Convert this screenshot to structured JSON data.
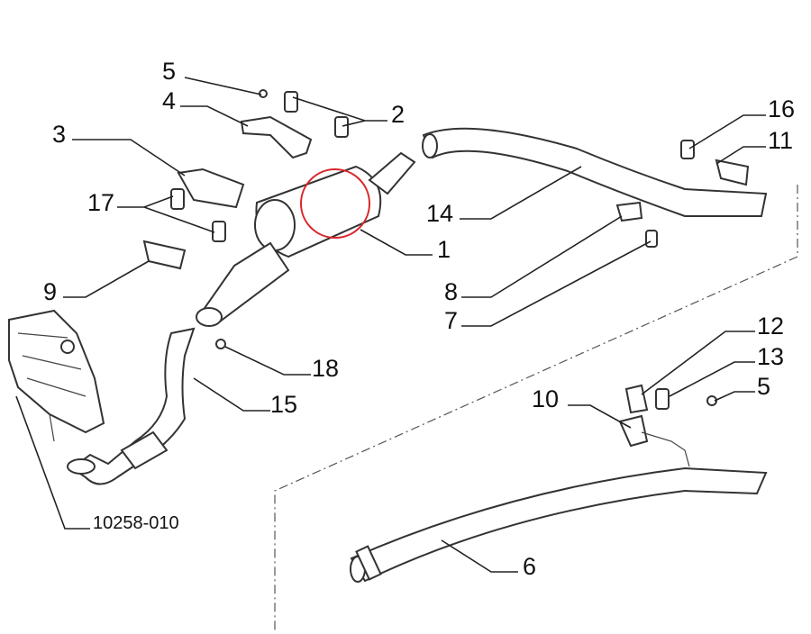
{
  "diagram": {
    "title_code": "10258-010",
    "labels": {
      "p1": "1",
      "p2": "2",
      "p3": "3",
      "p4": "4",
      "p5": "5",
      "p5b": "5",
      "p6": "6",
      "p7": "7",
      "p8": "8",
      "p9": "9",
      "p10": "10",
      "p11": "11",
      "p12": "12",
      "p13": "13",
      "p14": "14",
      "p15": "15",
      "p16": "16",
      "p17": "17",
      "p18": "18"
    },
    "highlight_color": "#d9262b"
  }
}
